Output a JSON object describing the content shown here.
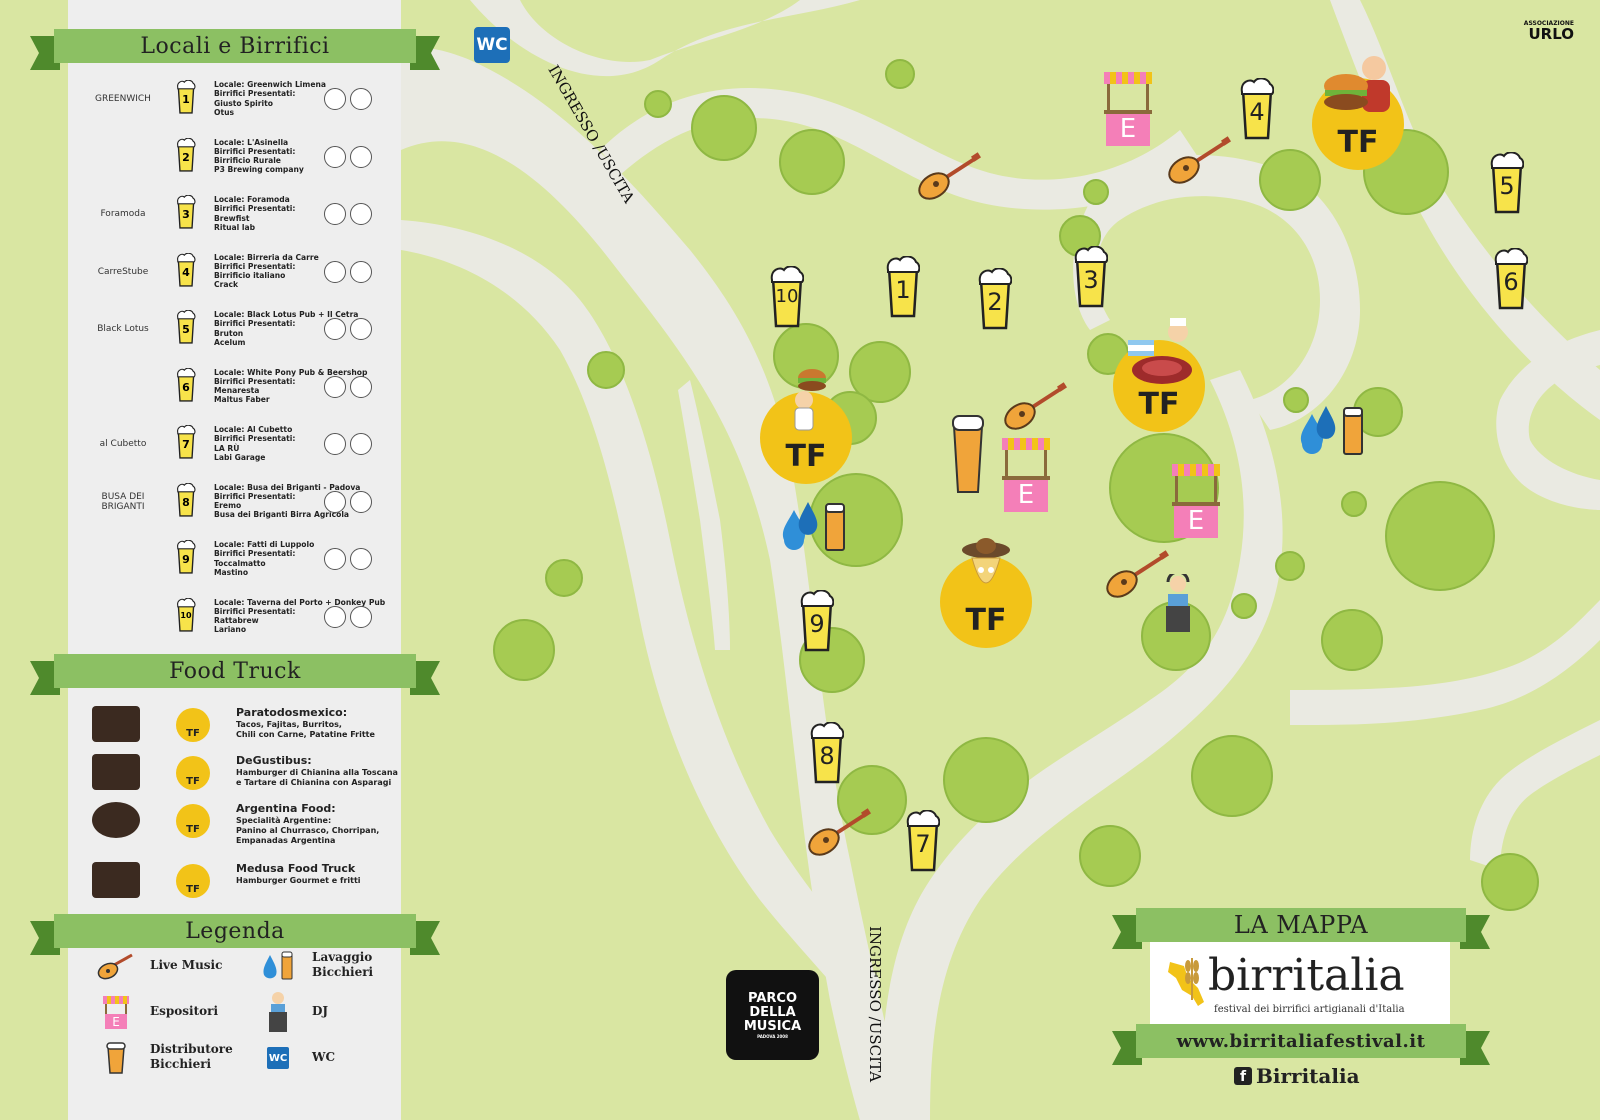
{
  "header": {
    "org_small": "ASSOCIAZIONE",
    "org_name": "URLO"
  },
  "sections": {
    "locali": "Locali e Birrifici",
    "food": "Food Truck",
    "legend": "Legenda"
  },
  "locali": [
    {
      "num": "1",
      "logo": "GREENWICH",
      "lines": [
        "Locale: Greenwich Limena",
        "Birrifici Presentati:",
        "Giusto Spirito",
        "Otus"
      ]
    },
    {
      "num": "2",
      "logo": "",
      "lines": [
        "Locale: L'Asinella",
        "Birrifici Presentati:",
        "Birrificio Rurale",
        "P3 Brewing company"
      ]
    },
    {
      "num": "3",
      "logo": "Foramoda",
      "lines": [
        "Locale: Foramoda",
        "Birrifici Presentati:",
        "Brewfist",
        "Ritual lab"
      ]
    },
    {
      "num": "4",
      "logo": "CarreStube",
      "lines": [
        "Locale: Birreria da Carre",
        "Birrifici Presentati:",
        "Birrificio italiano",
        "Crack"
      ]
    },
    {
      "num": "5",
      "logo": "Black Lotus",
      "lines": [
        "Locale: Black Lotus Pub + Il Cetra",
        "Birrifici Presentati:",
        "Bruton",
        "Acelum"
      ]
    },
    {
      "num": "6",
      "logo": "",
      "lines": [
        "Locale: White Pony Pub & Beershop",
        "Birrifici Presentati:",
        "Menaresta",
        "Maltus Faber"
      ]
    },
    {
      "num": "7",
      "logo": "al Cubetto",
      "lines": [
        "Locale: Al Cubetto",
        "Birrifici Presentati:",
        "LA RÙ",
        "Labi Garage"
      ]
    },
    {
      "num": "8",
      "logo": "BUSA DEI BRIGANTI",
      "lines": [
        "Locale: Busa dei Briganti - Padova",
        "Birrifici Presentati:",
        "Eremo",
        "Busa dei Briganti Birra Agricola"
      ]
    },
    {
      "num": "9",
      "logo": "",
      "lines": [
        "Locale: Fatti di Luppolo",
        "Birrifici Presentati:",
        "Toccalmatto",
        "Mastino"
      ]
    },
    {
      "num": "10",
      "logo": "",
      "lines": [
        "Locale: Taverna del Porto + Donkey Pub",
        "Birrifici Presentati:",
        "Rattabrew",
        "Lariano"
      ]
    }
  ],
  "food_trucks": [
    {
      "badge": "TF",
      "name": "Paratodosmexico:",
      "desc": [
        "Tacos, Fajitas, Burritos,",
        "Chili con Carne, Patatine Fritte"
      ]
    },
    {
      "badge": "TF",
      "name": "DeGustibus:",
      "desc": [
        "Hamburger di Chianina alla Toscana",
        "e Tartare di Chianina con Asparagi"
      ]
    },
    {
      "badge": "TF",
      "name": "Argentina Food:",
      "desc": [
        "Specialità Argentine:",
        "Panino al Churrasco, Chorripan,",
        "Empanadas Argentina"
      ]
    },
    {
      "badge": "TF",
      "name": "Medusa Food Truck",
      "desc": [
        "Hamburger Gourmet e fritti"
      ]
    }
  ],
  "legend": [
    {
      "label": "Live Music",
      "icon": "guitar-icon"
    },
    {
      "label": "Lavaggio\nBicchieri",
      "icon": "water-drop-icon"
    },
    {
      "label": "Espositori",
      "icon": "stand-icon"
    },
    {
      "label": "DJ",
      "icon": "dj-icon"
    },
    {
      "label": "Distributore\nBicchieri",
      "icon": "pint-icon"
    },
    {
      "label": "WC",
      "icon": "wc-icon"
    }
  ],
  "map": {
    "wc": "WC",
    "entrance": "INGRESSO /USCITA",
    "park_logo": [
      "PARCO",
      "DELLA",
      "MUSICA"
    ],
    "park_sub": "PADOVA 2008",
    "tf": "TF",
    "expo": "E",
    "beer_points": [
      "1",
      "2",
      "3",
      "4",
      "5",
      "6",
      "7",
      "8",
      "9",
      "10"
    ]
  },
  "brand": {
    "map_title": "LA MAPPA",
    "name": "birritalia",
    "tagline": "festival dei birrifici artigianali d'Italia",
    "url": "www.birritaliafestival.it",
    "facebook": "Birritalia"
  },
  "colors": {
    "grass": "#d9e6a2",
    "path": "#eaeae2",
    "tree": "#a6cb52",
    "ribbon": "#8cc063",
    "ribbon_dark": "#4f8a2c",
    "tf_yellow": "#f2c318",
    "expo_pink": "#f47fb8",
    "wc_blue": "#1d6fb8"
  }
}
